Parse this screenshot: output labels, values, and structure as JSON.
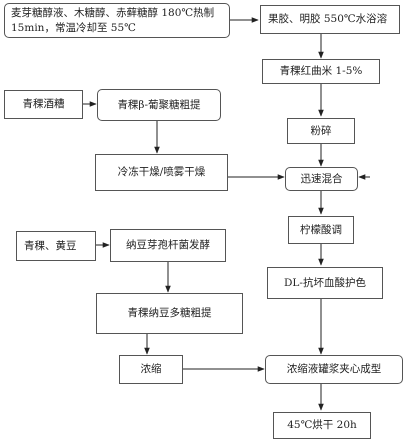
{
  "nodes": {
    "n1": "麦芽糖醇液、木糖醇、赤藓糖醇 180℃热制 15min，常温冷却至 55℃",
    "n2": "果胶、明胶 550℃水浴溶",
    "n3": "青稞红曲米 1-5%",
    "n4": "青稞酒糟",
    "n5": "青稞β-葡聚糖粗提",
    "n6": "粉碎",
    "n7": "冷冻干燥/喷雾干燥",
    "n8": "迅速混合",
    "n9": "柠檬酸调",
    "n10": "青稞、黄豆",
    "n11": "纳豆芽孢杆菌发酵",
    "n12": "DL-抗坏血酸护色",
    "n13": "青稞纳豆多糖粗提",
    "n14": "浓缩",
    "n15": "浓缩液罐浆夹心成型",
    "n16": "45℃烘干 20h"
  }
}
